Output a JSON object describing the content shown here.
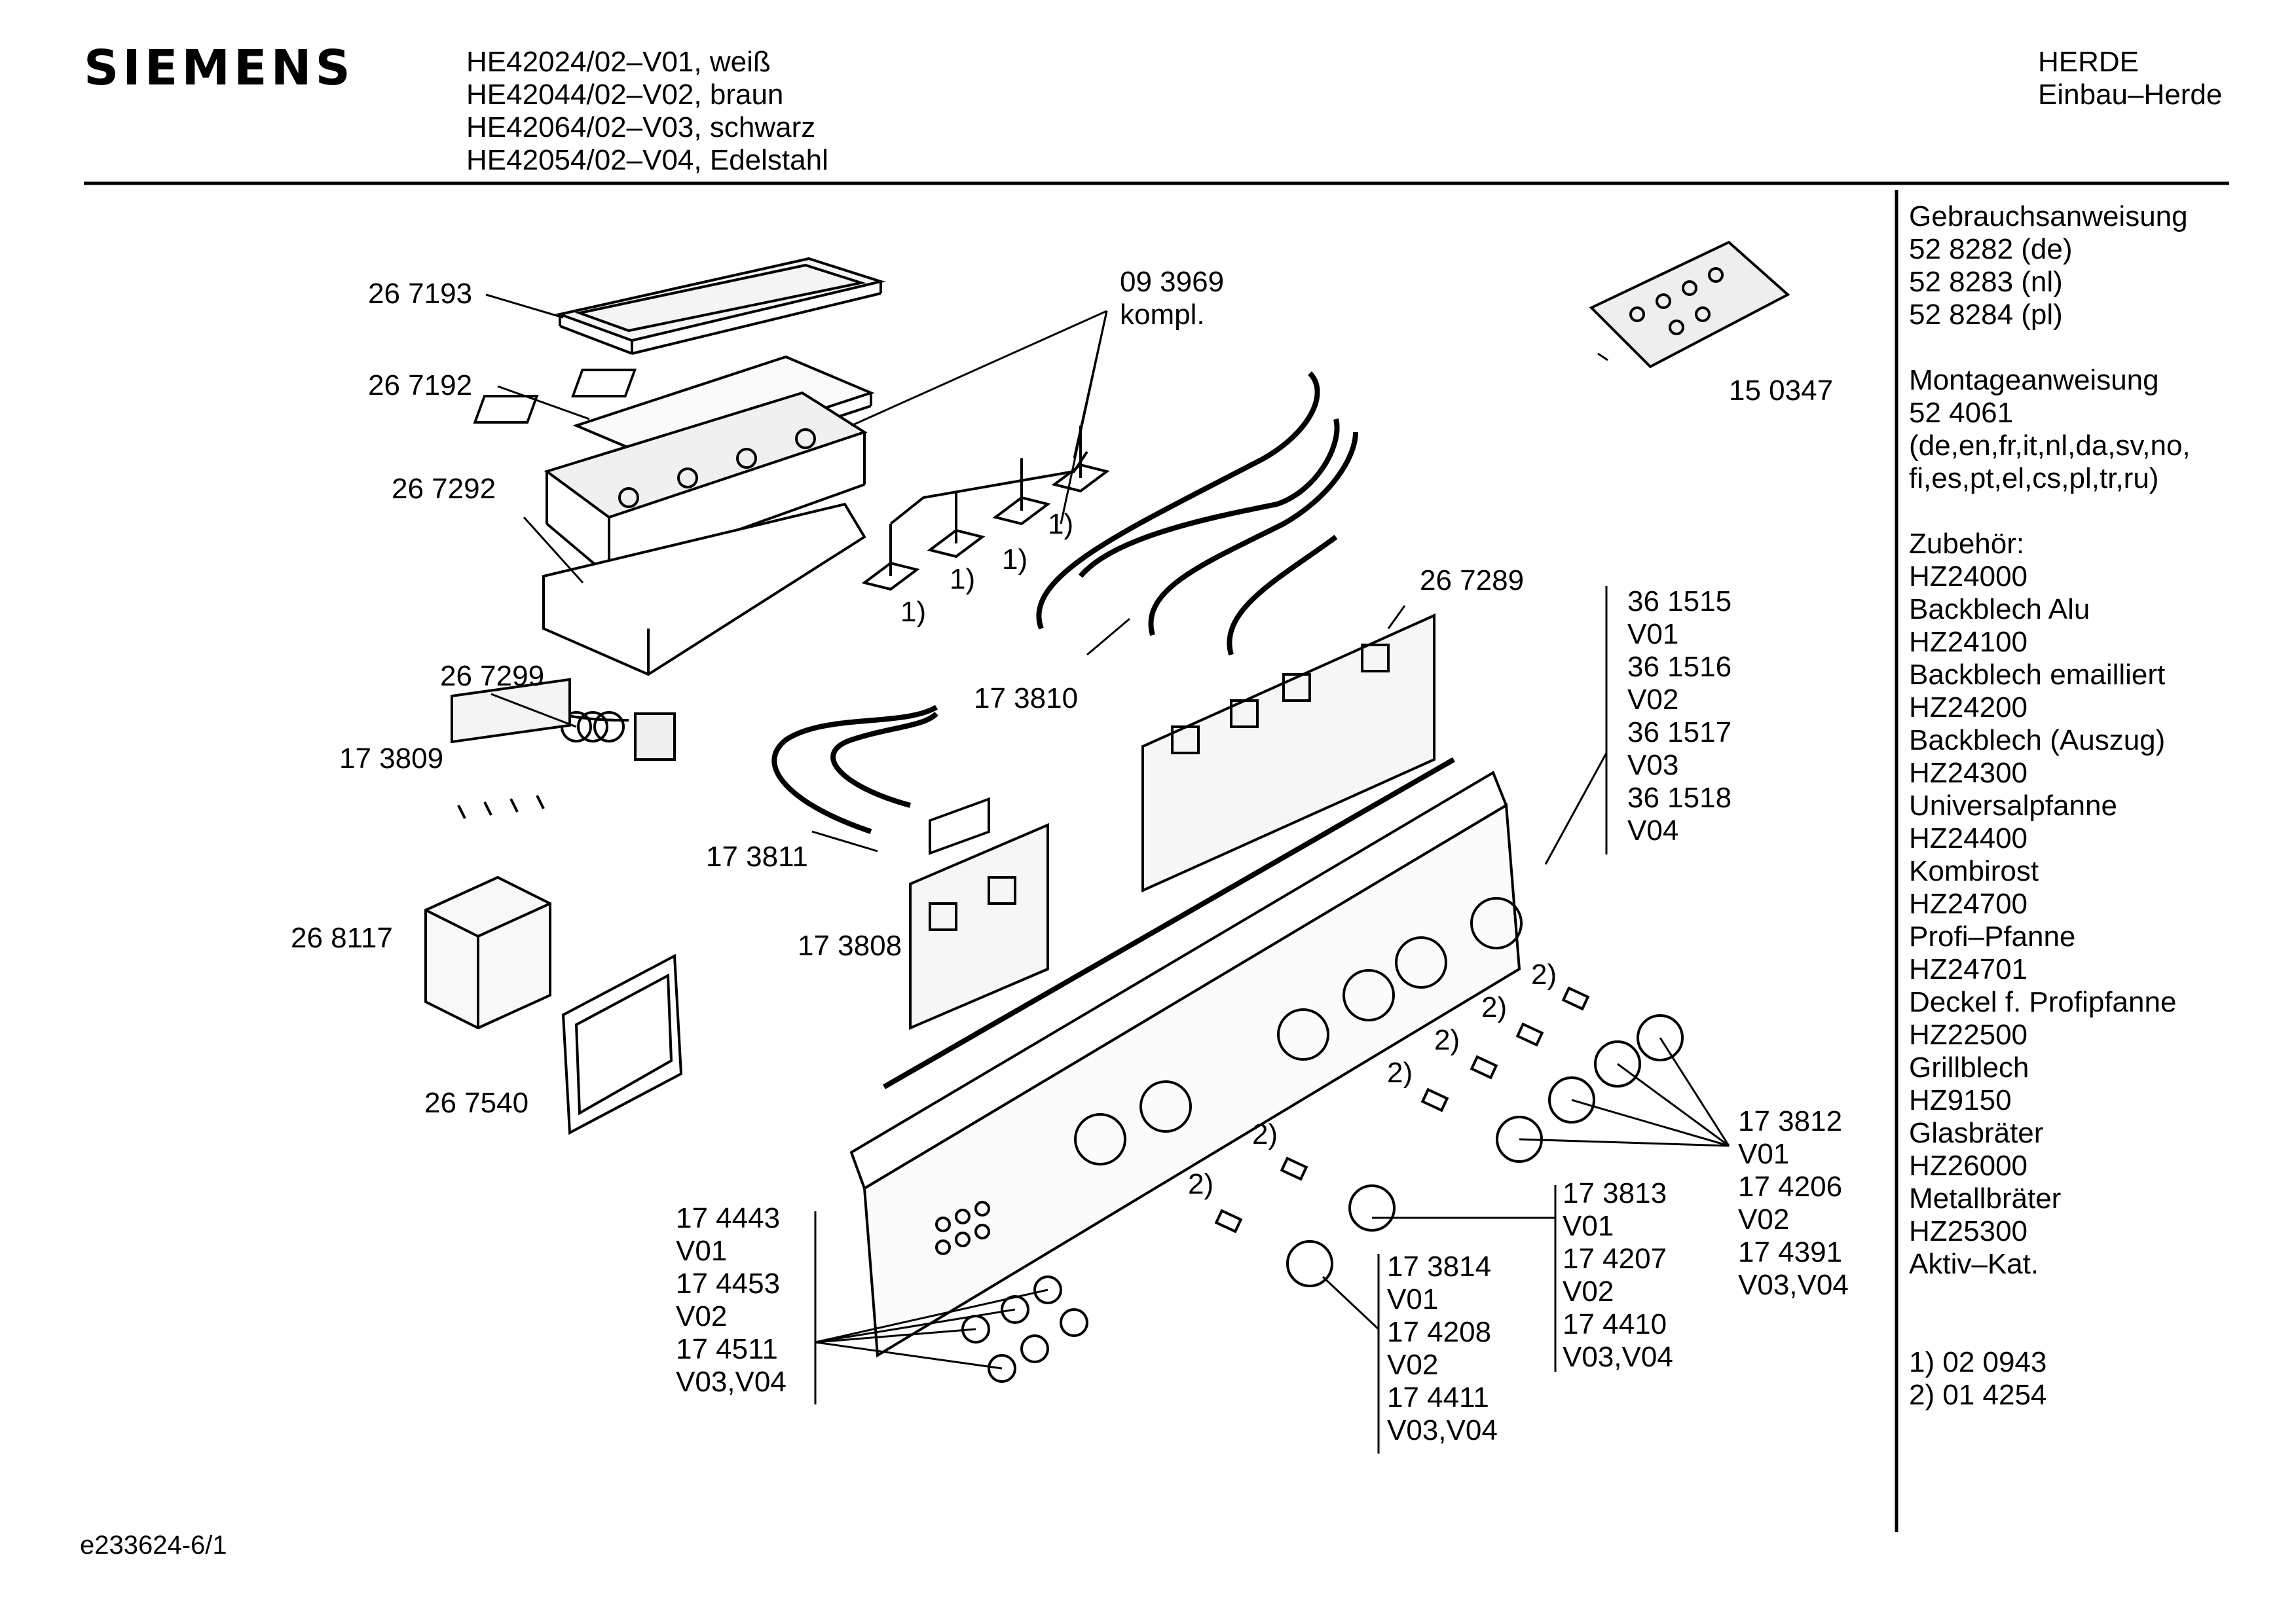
{
  "header": {
    "brand": "SIEMENS",
    "models": [
      "HE42024/02–V01, weiß",
      "HE42044/02–V02, braun",
      "HE42064/02–V03, schwarz",
      "HE42054/02–V04, Edelstahl"
    ],
    "category": [
      "HERDE",
      "Einbau–Herde"
    ]
  },
  "sidebar": {
    "blocks": [
      [
        "Gebrauchsanweisung",
        "52 8282 (de)",
        "52 8283 (nl)",
        "52 8284 (pl)"
      ],
      [
        "Montageanweisung",
        "52 4061",
        "(de,en,fr,it,nl,da,sv,no,",
        "fi,es,pt,el,cs,pl,tr,ru)"
      ],
      [
        "Zubehör:",
        "HZ24000",
        "Backblech Alu",
        "HZ24100",
        "Backblech emailliert",
        "HZ24200",
        "Backblech (Auszug)",
        "HZ24300",
        "Universalpfanne",
        "HZ24400",
        "Kombirost",
        "HZ24700",
        "Profi–Pfanne",
        "HZ24701",
        "Deckel f. Profipfanne",
        "HZ22500",
        "Grillblech",
        "HZ9150",
        "Glasbräter",
        "HZ26000",
        "Metallbräter",
        "HZ25300",
        "Aktiv–Kat."
      ],
      [
        "1) 02 0943",
        "2) 01 4254"
      ]
    ]
  },
  "labels": {
    "p267193": "26 7193",
    "p267192": "26 7192",
    "p267292": "26 7292",
    "p093969": [
      "09 3969",
      "kompl."
    ],
    "p150347": "15 0347",
    "note1a": "1)",
    "note1b": "1)",
    "note1c": "1)",
    "note1d": "1)",
    "p267299": "26 7299",
    "p173809": "17 3809",
    "p173810": "17 3810",
    "p267289": "26 7289",
    "p361515": [
      "36 1515",
      "V01",
      "36 1516",
      "V02",
      "36 1517",
      "V03",
      "36 1518",
      "V04"
    ],
    "p173811": "17 3811",
    "p268117": "26 8117",
    "p173808": "17 3808",
    "p267540": "26 7540",
    "note2a": "2)",
    "note2b": "2)",
    "note2c": "2)",
    "note2d": "2)",
    "note2e": "2)",
    "note2f": "2)",
    "p173812": [
      "17 3812",
      "V01",
      "17 4206",
      "V02",
      "17 4391",
      "V03,V04"
    ],
    "p173813": [
      "17 3813",
      "V01",
      "17 4207",
      "V02",
      "17 4410",
      "V03,V04"
    ],
    "p173814": [
      "17 3814",
      "V01",
      "17 4208",
      "V02",
      "17 4411",
      "V03,V04"
    ],
    "p174443": [
      "17 4443",
      "V01",
      "17 4453",
      "V02",
      "17 4511",
      "V03,V04"
    ]
  },
  "footer": {
    "code": "e233624-6/1"
  }
}
